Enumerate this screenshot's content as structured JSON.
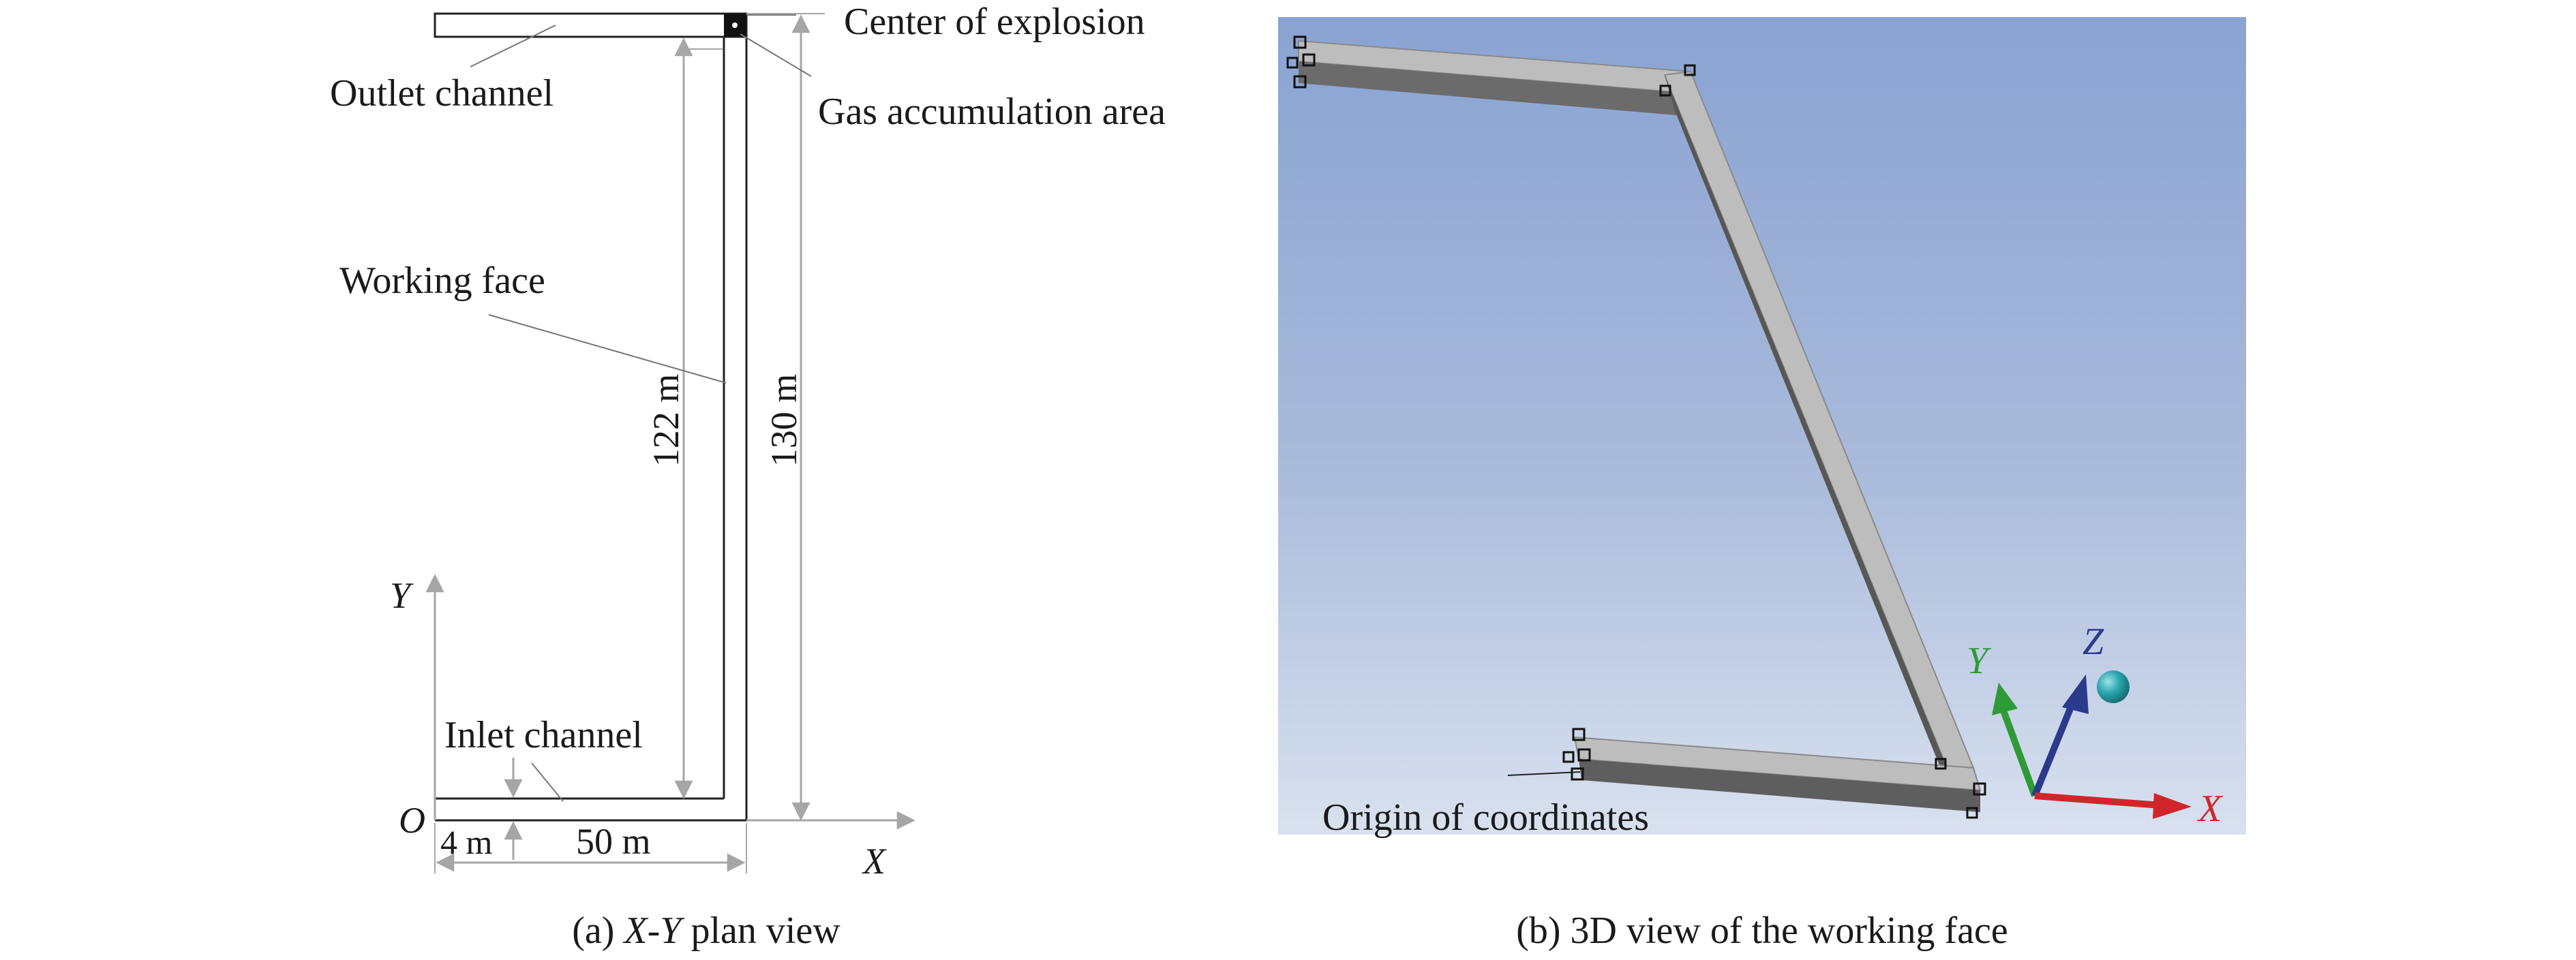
{
  "panel_a": {
    "caption_prefix": "(a) ",
    "caption_x": "X",
    "caption_dash": "-",
    "caption_y": "Y",
    "caption_suffix": " plan view",
    "labels": {
      "center_of_explosion": "Center of explosion",
      "gas_accumulation_area": "Gas accumulation area",
      "outlet_channel": "Outlet channel",
      "working_face": "Working face",
      "inlet_channel": "Inlet channel"
    },
    "dimensions": {
      "face_length": "122 m",
      "total_length": "130 m",
      "channel_width": "4 m",
      "face_width": "50 m"
    },
    "axes": {
      "x": "X",
      "y": "Y",
      "origin": "O"
    }
  },
  "panel_b": {
    "caption": "(b) 3D view of the working face",
    "origin_label": "Origin of coordinates",
    "triad": {
      "x": "X",
      "y": "Y",
      "z": "Z"
    },
    "colors": {
      "x_axis": "#d0262a",
      "y_axis": "#2f9a38",
      "z_axis": "#2c3a8c",
      "ball": "#2aa6b0"
    }
  }
}
